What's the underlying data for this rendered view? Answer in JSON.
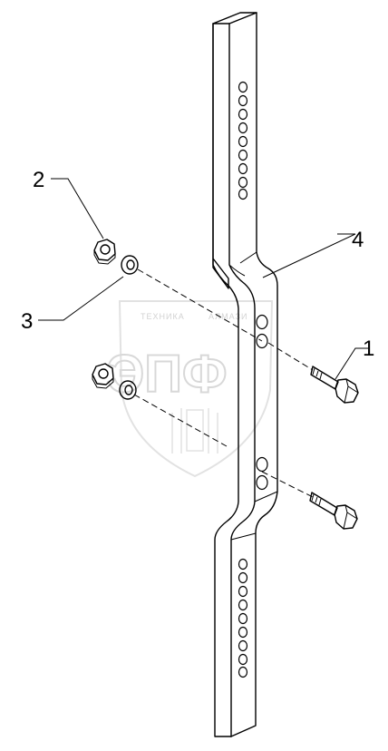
{
  "callouts": [
    {
      "id": "1",
      "label": "1",
      "part": "bolt"
    },
    {
      "id": "2",
      "label": "2",
      "part": "nut"
    },
    {
      "id": "3",
      "label": "3",
      "part": "washer"
    },
    {
      "id": "4",
      "label": "4",
      "part": "bar"
    }
  ],
  "watermark": {
    "top_left": "ТЕХНИКА",
    "top_right": "АЛМАЗИ",
    "logo": "ЭПФ"
  },
  "colors": {
    "line": "#000000",
    "watermark": "#d8d8d8",
    "background": "#ffffff"
  }
}
